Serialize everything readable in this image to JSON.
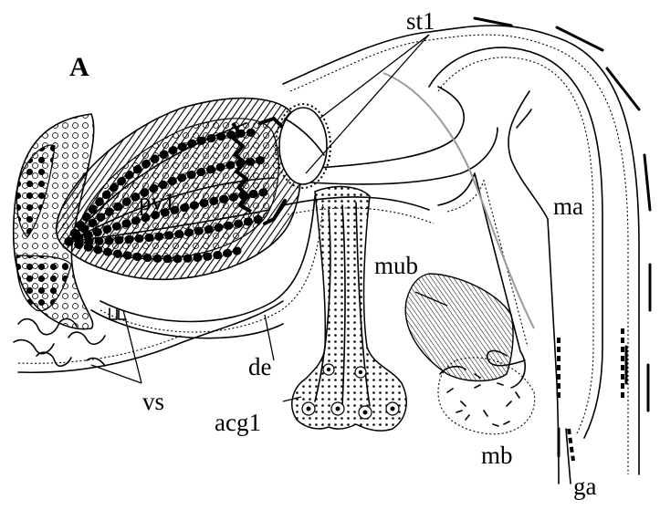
{
  "figure": {
    "panel_label": "A",
    "labels": {
      "st1": "st1",
      "pv1": "pv1",
      "ma": "ma",
      "mub": "mub",
      "de": "de",
      "vs": "vs",
      "acg1": "acg1",
      "mb": "mb",
      "ga": "ga"
    }
  },
  "colors": {
    "ink": "#000000",
    "background": "#ffffff",
    "grey_line": "#9a9a9a"
  }
}
